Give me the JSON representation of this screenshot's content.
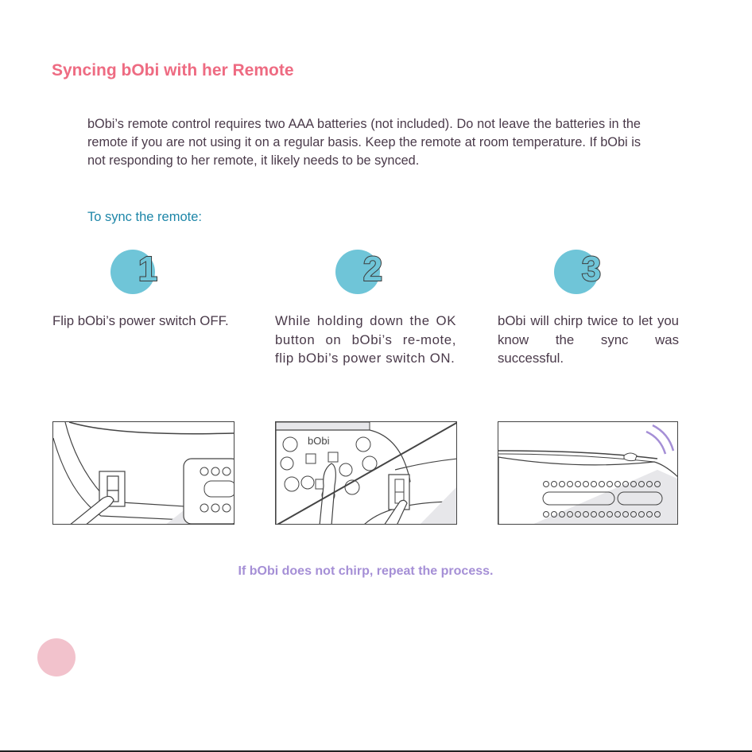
{
  "page": {
    "title": "Syncing bObi with her Remote",
    "intro": "bObi’s remote control requires two AAA batteries (not included). Do not leave the batteries in the remote if you are not using it on a regular basis. Keep the remote at room temperature. If bObi is not responding to her remote, it likely needs to be synced.",
    "subheading": "To sync the remote:",
    "note": "If bObi does not chirp, repeat the process."
  },
  "steps": [
    {
      "number": "1",
      "text": "Flip bObi’s power switch OFF.",
      "illustration": "power-switch-off-illustration"
    },
    {
      "number": "2",
      "text": "While holding down the OK button on bObi’s re-mote, flip bObi’s power switch ON.",
      "illustration": "remote-and-switch-illustration",
      "remote_label": "bObi"
    },
    {
      "number": "3",
      "text": "bObi will chirp twice to let you know the sync was successful.",
      "illustration": "chirp-illustration"
    }
  ],
  "colors": {
    "title": "#ee6b82",
    "subheading": "#1d86a8",
    "step_circle": "#6fc5d8",
    "note": "#a58fd6",
    "page_dot": "#f2c2cc",
    "body_text": "#4a3a4a"
  }
}
